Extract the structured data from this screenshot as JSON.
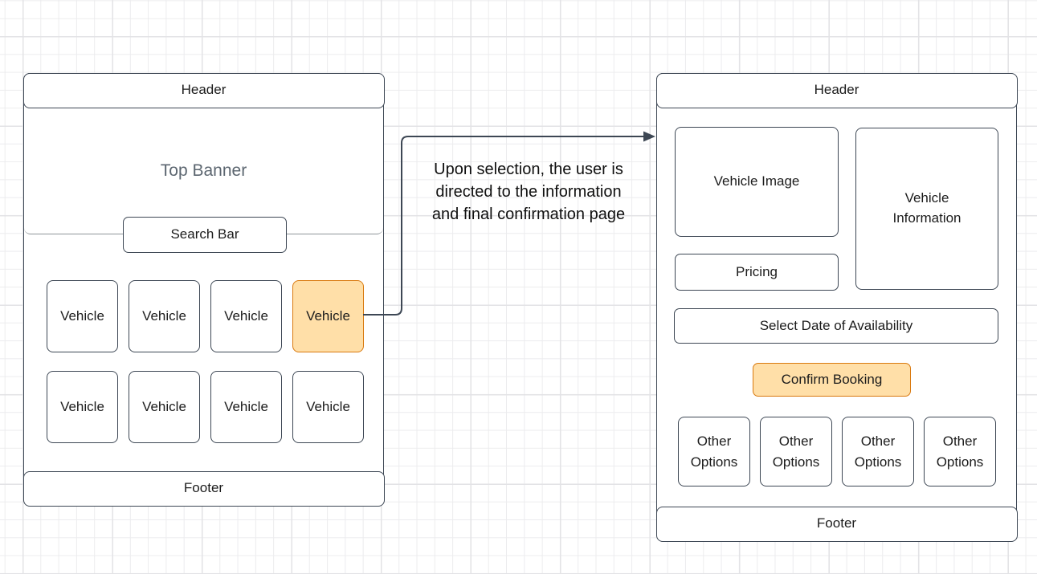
{
  "colors": {
    "stroke_dark": "#3d4754",
    "stroke_gray": "#8e9499",
    "banner_text": "#5c6670",
    "label": "#1c1c1c",
    "orange_fill": "#ffdfa8",
    "orange_stroke": "#d9790e",
    "grid_minor": "#ececee",
    "grid_major": "#e3e3e6"
  },
  "annotation": {
    "text": "Upon selection, the user is directed to the information and final confirmation page"
  },
  "left_page": {
    "header_label": "Header",
    "banner_label": "Top Banner",
    "search_label": "Search Bar",
    "vehicles": [
      {
        "label": "Vehicle",
        "highlighted": false
      },
      {
        "label": "Vehicle",
        "highlighted": false
      },
      {
        "label": "Vehicle",
        "highlighted": false
      },
      {
        "label": "Vehicle",
        "highlighted": true
      },
      {
        "label": "Vehicle",
        "highlighted": false
      },
      {
        "label": "Vehicle",
        "highlighted": false
      },
      {
        "label": "Vehicle",
        "highlighted": false
      },
      {
        "label": "Vehicle",
        "highlighted": false
      }
    ],
    "footer_label": "Footer"
  },
  "right_page": {
    "header_label": "Header",
    "vehicle_image_label": "Vehicle Image",
    "vehicle_info_label": "Vehicle Information",
    "pricing_label": "Pricing",
    "select_date_label": "Select Date of Availability",
    "confirm_label": "Confirm Booking",
    "other_options": [
      {
        "label": "Other Options"
      },
      {
        "label": "Other Options"
      },
      {
        "label": "Other Options"
      },
      {
        "label": "Other Options"
      }
    ],
    "footer_label": "Footer"
  }
}
